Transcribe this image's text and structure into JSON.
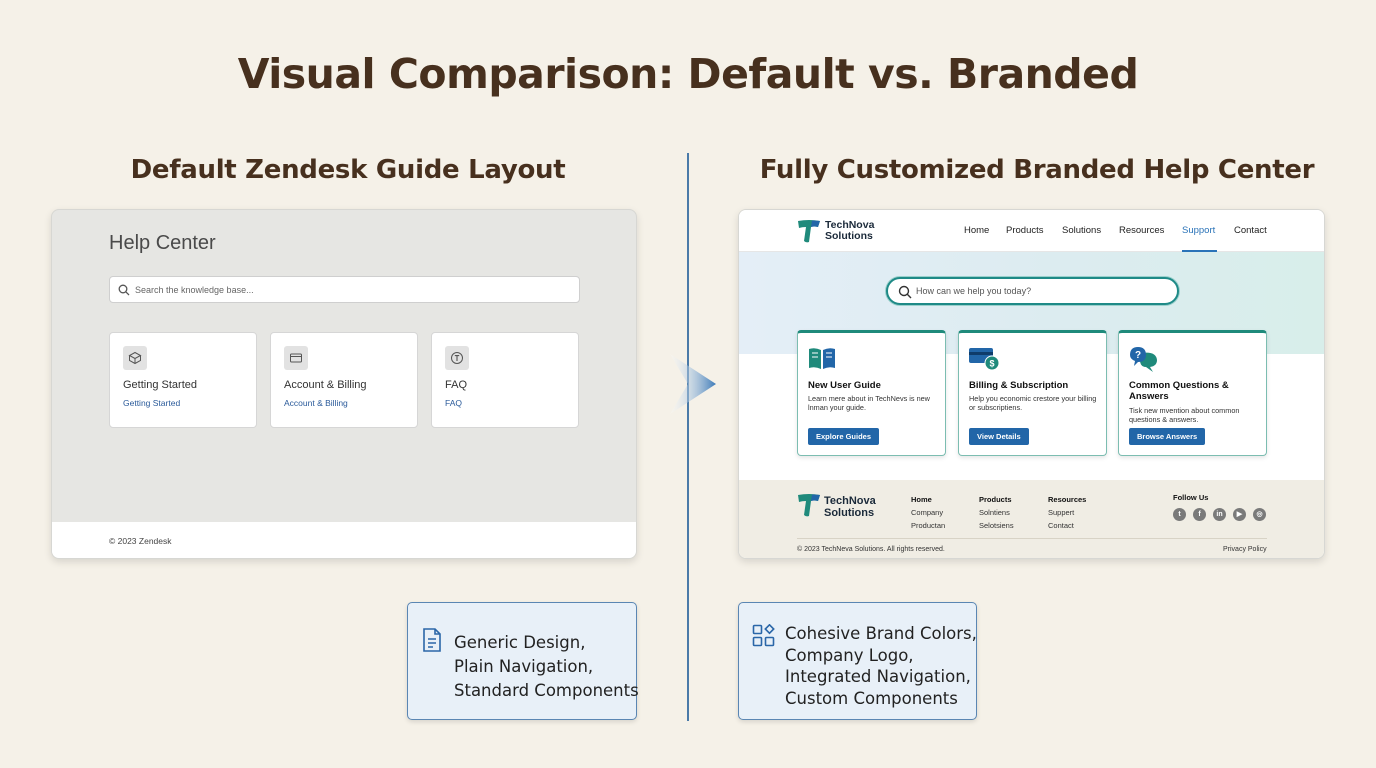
{
  "page": {
    "title": "Visual Comparison: Default vs. Branded",
    "left_heading": "Default Zendesk Guide Layout",
    "right_heading": "Fully Customized Branded Help Center"
  },
  "default_mock": {
    "title": "Help Center",
    "search_placeholder": "Search the knowledge base...",
    "cards": [
      {
        "icon": "box-icon",
        "title": "Getting Started",
        "link": "Getting Started"
      },
      {
        "icon": "credit-card-icon",
        "title": "Account & Billing",
        "link": "Account & Billing"
      },
      {
        "icon": "faq-icon",
        "title": "FAQ",
        "link": "FAQ"
      }
    ],
    "footer": "© 2023 Zendesk"
  },
  "branded_mock": {
    "brand_line1": "TechNova",
    "brand_line2": "Solutions",
    "nav": [
      "Home",
      "Products",
      "Solutions",
      "Resources",
      "Support",
      "Contact"
    ],
    "active_nav": "Support",
    "search_placeholder": "How can we help you today?",
    "cards": [
      {
        "icon": "open-book-icon",
        "title": "New User Guide",
        "desc": "Learn mere about in TechNevs is new lnman your guide.",
        "button": "Explore Guides"
      },
      {
        "icon": "billing-card-icon",
        "title": "Billing & Subscription",
        "desc": "Help you economic crestore your billing or subscriptiens.",
        "button": "View Details"
      },
      {
        "icon": "chat-question-icon",
        "title": "Common Questions & Answers",
        "desc": "Tisk new mvention about common questions & answers.",
        "button": "Browse Answers"
      }
    ],
    "footer": {
      "col1": [
        "Home",
        "Company",
        "Productan"
      ],
      "col2": [
        "Products",
        "Solntiens",
        "Selotsiens"
      ],
      "col3": [
        "Resources",
        "Suppert",
        "Contact"
      ],
      "follow_label": "Follow Us",
      "social": [
        "twitter-icon",
        "facebook-icon",
        "linkedin-icon",
        "youtube-icon",
        "instagram-icon"
      ],
      "copyright": "© 2023 TechNeva Solutions. All rights reserved.",
      "privacy": "Privacy Policy"
    }
  },
  "callouts": {
    "left": [
      "Generic Design,",
      "Plain Navigation,",
      "Standard Components"
    ],
    "right": [
      "Cohesive Brand Colors,",
      "Company Logo,",
      "Integrated Navigation,",
      "Custom Components"
    ]
  },
  "colors": {
    "background": "#f5f1e8",
    "heading": "#47301e",
    "accent_blue": "#2266a8",
    "brand_teal": "#1f8a7b"
  }
}
